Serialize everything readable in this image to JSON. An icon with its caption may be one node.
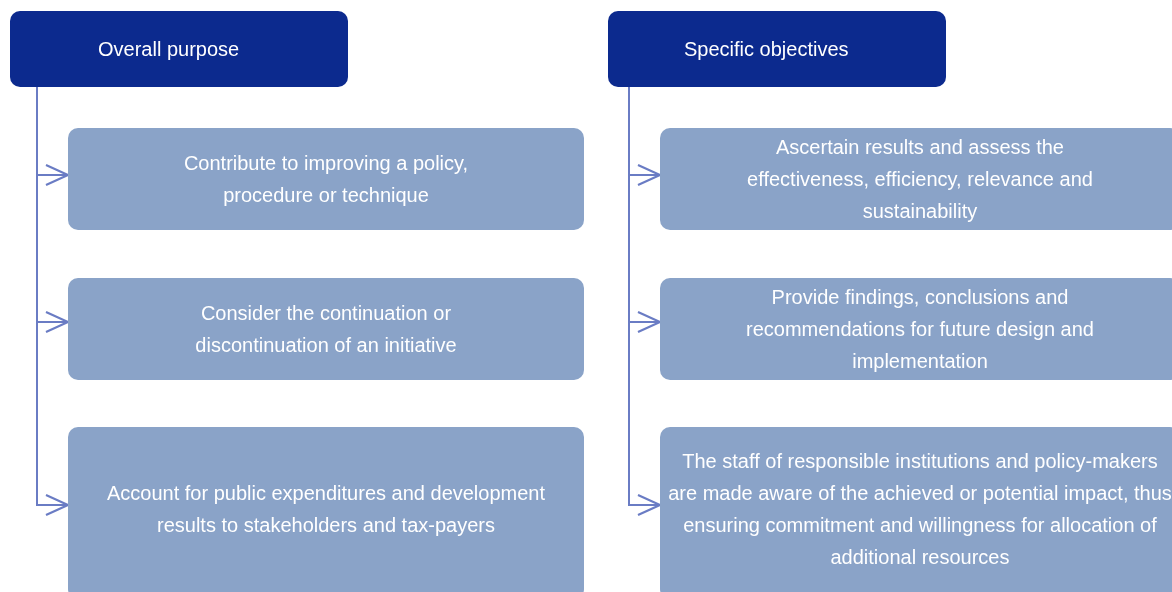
{
  "diagram": {
    "nodes": [
      {
        "text": [
          "Overall purpose"
        ]
      },
      {
        "text": [
          "Contribute to improving a policy, procedure or technique"
        ]
      },
      {
        "text": [
          "Consider the continuation or discontinuation of an initiative"
        ]
      },
      {
        "text": [
          "Account for public expenditures and development results to stakeholders and tax-payers"
        ]
      },
      {
        "text": [
          "Specific objectives"
        ]
      },
      {
        "text": [
          "Ascertain results and assess the effectiveness, efficiency, relevance and sustainability"
        ]
      },
      {
        "text": [
          "Provide findings, conclusions and recommendations for future design and implementation"
        ]
      },
      {
        "text": [
          "The staff of responsible institutions and policy-makers are made aware of the achieved or potential impact, thus ensuring commitment and willingness for allocation of additional resources"
        ]
      }
    ],
    "edges": [
      {
        "from": 0,
        "to": 1,
        "arrow": "to"
      },
      {
        "from": 0,
        "to": 2,
        "arrow": "to"
      },
      {
        "from": 0,
        "to": 3,
        "arrow": "to"
      },
      {
        "from": 4,
        "to": 5,
        "arrow": "to"
      },
      {
        "from": 4,
        "to": 6,
        "arrow": "to"
      },
      {
        "from": 4,
        "to": 7,
        "arrow": "to"
      }
    ]
  }
}
